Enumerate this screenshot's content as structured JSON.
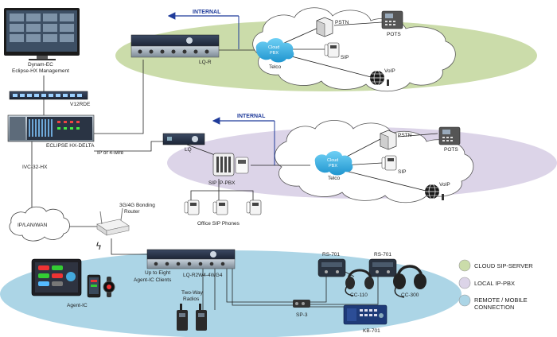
{
  "nodes": {
    "dynam_ec": "Dynam-EC",
    "eclipse_mgmt": "Eclipse-HX Management",
    "v12rde": "V12RDE",
    "eclipse_delta": "ECLIPSE HX-DELTA",
    "ivc": "IVC-32-HX",
    "ip_lan_wan": "IP/LAN/WAN",
    "ip_4wire": "IP or 4-wire",
    "lq_r": "LQ-R",
    "lq": "LQ",
    "sip_ip_pbx": "SIP IP-PBX",
    "office_phones": "Office SIP Phones",
    "router_line1": "3G/4G Bonding",
    "router_line2": "Router",
    "agent_clients_line1": "Up to Eight",
    "agent_clients_line2": "Agent-IC Clients",
    "lq_r2w4": "LQ-R2W4-4WG4",
    "agent_ic": "Agent-IC",
    "two_way_line1": "Two-Way",
    "two_way_line2": "Radios",
    "sp3": "SP-3",
    "rs701_a": "RS-701",
    "rs701_b": "RS-701",
    "cc110": "CC-110",
    "cc300": "CC-300",
    "kb701": "KB-701"
  },
  "top_cloud": {
    "internal": "INTERNAL",
    "cloud_pbx_line1": "Cloud",
    "cloud_pbx_line2": "PBX",
    "telco": "Telco",
    "pstn": "PSTN",
    "pots": "POTS",
    "sip": "SIP",
    "voip": "VoIP"
  },
  "mid_cloud": {
    "internal": "INTERNAL",
    "cloud_pbx_line1": "Cloud",
    "cloud_pbx_line2": "PBX",
    "telco": "Telco",
    "pstn": "PSTN",
    "pots": "POTS",
    "sip": "SIP",
    "voip": "VoIP"
  },
  "legend": [
    {
      "label": "CLOUD SIP-SERVER",
      "color": "#c8dba8"
    },
    {
      "label": "LOCAL IP-PBX",
      "color": "#dcd3e8"
    },
    {
      "label": "REMOTE / MOBILE",
      "color": "#a9d3e4"
    },
    {
      "label": "CONNECTION",
      "color": ""
    }
  ],
  "colors": {
    "zone_cloud_sip": "#cbdcaa",
    "zone_local_pbx": "#dcd4e8",
    "zone_remote": "#acd5e6",
    "accent_blue": "#1f3b9a",
    "cloud_pbx": "#3ab0e0"
  }
}
